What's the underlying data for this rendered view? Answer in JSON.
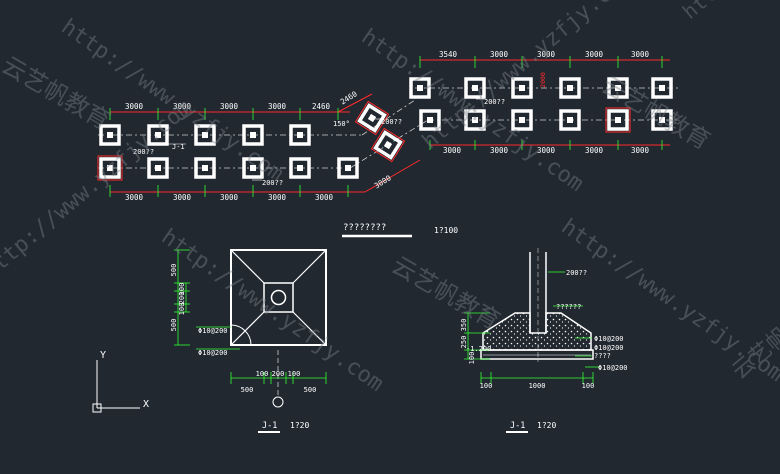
{
  "plan": {
    "dims_top_left": [
      "3000",
      "3000",
      "3000",
      "3000",
      "2460"
    ],
    "dims_bottom_left": [
      "3000",
      "3000",
      "3000",
      "3000",
      "3000"
    ],
    "dims_top_right": [
      "3540",
      "3000",
      "3000",
      "3000",
      "3000"
    ],
    "dims_bottom_right": [
      "3000",
      "3000",
      "3000",
      "3000",
      "3000"
    ],
    "diag_top": "2460",
    "diag_bottom": "3000",
    "angle": "150°",
    "bar_label": "2000",
    "pipe_label_1": "200??",
    "pipe_label_2": "200??",
    "pipe_label_3": "200??",
    "pipe_label_4": "200??",
    "section_mark": "J-1",
    "title": "????????",
    "scale": "1?100"
  },
  "detail_plan": {
    "dims_left": [
      "500",
      "100",
      "200",
      "100",
      "500"
    ],
    "dims_bottom": [
      "100",
      "200",
      "100",
      "500",
      "500"
    ],
    "rebar_1": "Φ10@200",
    "rebar_2": "Φ10@200",
    "title": "J-1",
    "scale": "1?20"
  },
  "detail_section": {
    "pipe_label": "200??",
    "fill_label": "??????",
    "bed_label": "????",
    "dims_left": [
      "350",
      "250",
      "100"
    ],
    "dims_bottom": [
      "100",
      "1000",
      "100"
    ],
    "rebar_1": "Φ10@200",
    "rebar_2": "Φ10@200",
    "rebar_3": "Φ10@200",
    "thin_label": "-1.200",
    "title": "J-1",
    "scale": "1?20"
  },
  "axes": {
    "x": "X",
    "y": "Y"
  },
  "watermark": {
    "url": "http://www.yzfjy.com",
    "text_cn": "云艺帆教育"
  },
  "colors": {
    "background": "#212830",
    "line": "#ffffff",
    "dim": "#ff2a2a",
    "ext": "#33ff33",
    "label": "#ffffff",
    "cyan": "#33ccff"
  }
}
